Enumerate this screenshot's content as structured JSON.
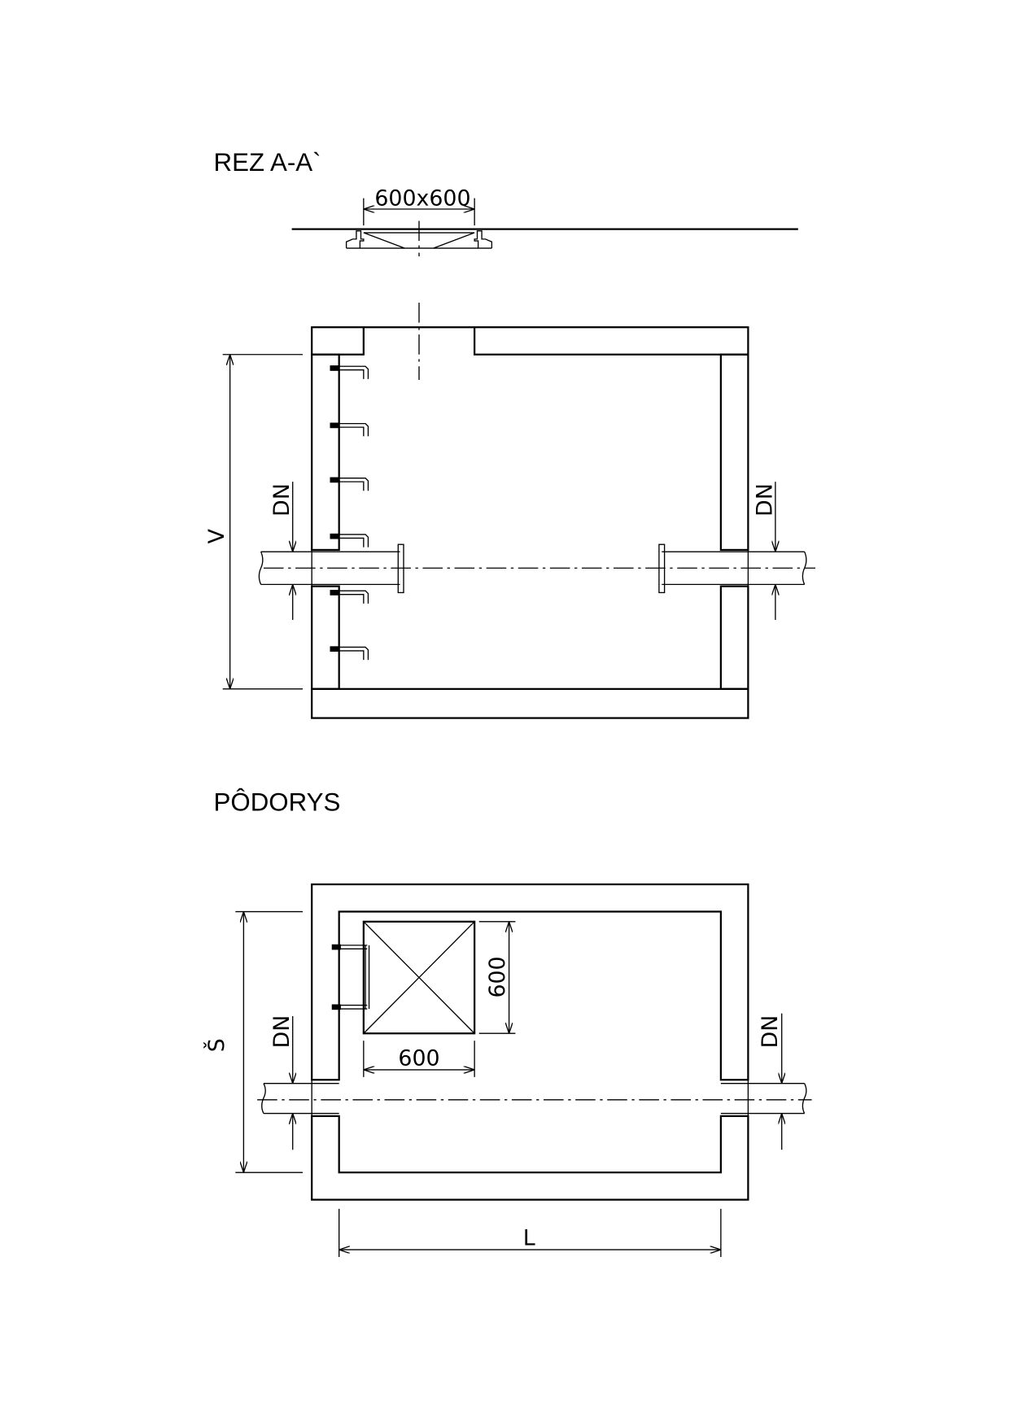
{
  "section": {
    "title": "REZ  A-A`",
    "cover_dim": "600x600",
    "height_dim": "V",
    "dn_left": "DN",
    "dn_right": "DN"
  },
  "plan": {
    "title": "PÔDORYS",
    "opening_height_dim": "600",
    "opening_width_dim": "600",
    "width_dim": "Š",
    "length_dim": "L",
    "dn_left": "DN",
    "dn_right": "DN"
  },
  "colors": {
    "line": "#000000",
    "background": "#ffffff"
  }
}
